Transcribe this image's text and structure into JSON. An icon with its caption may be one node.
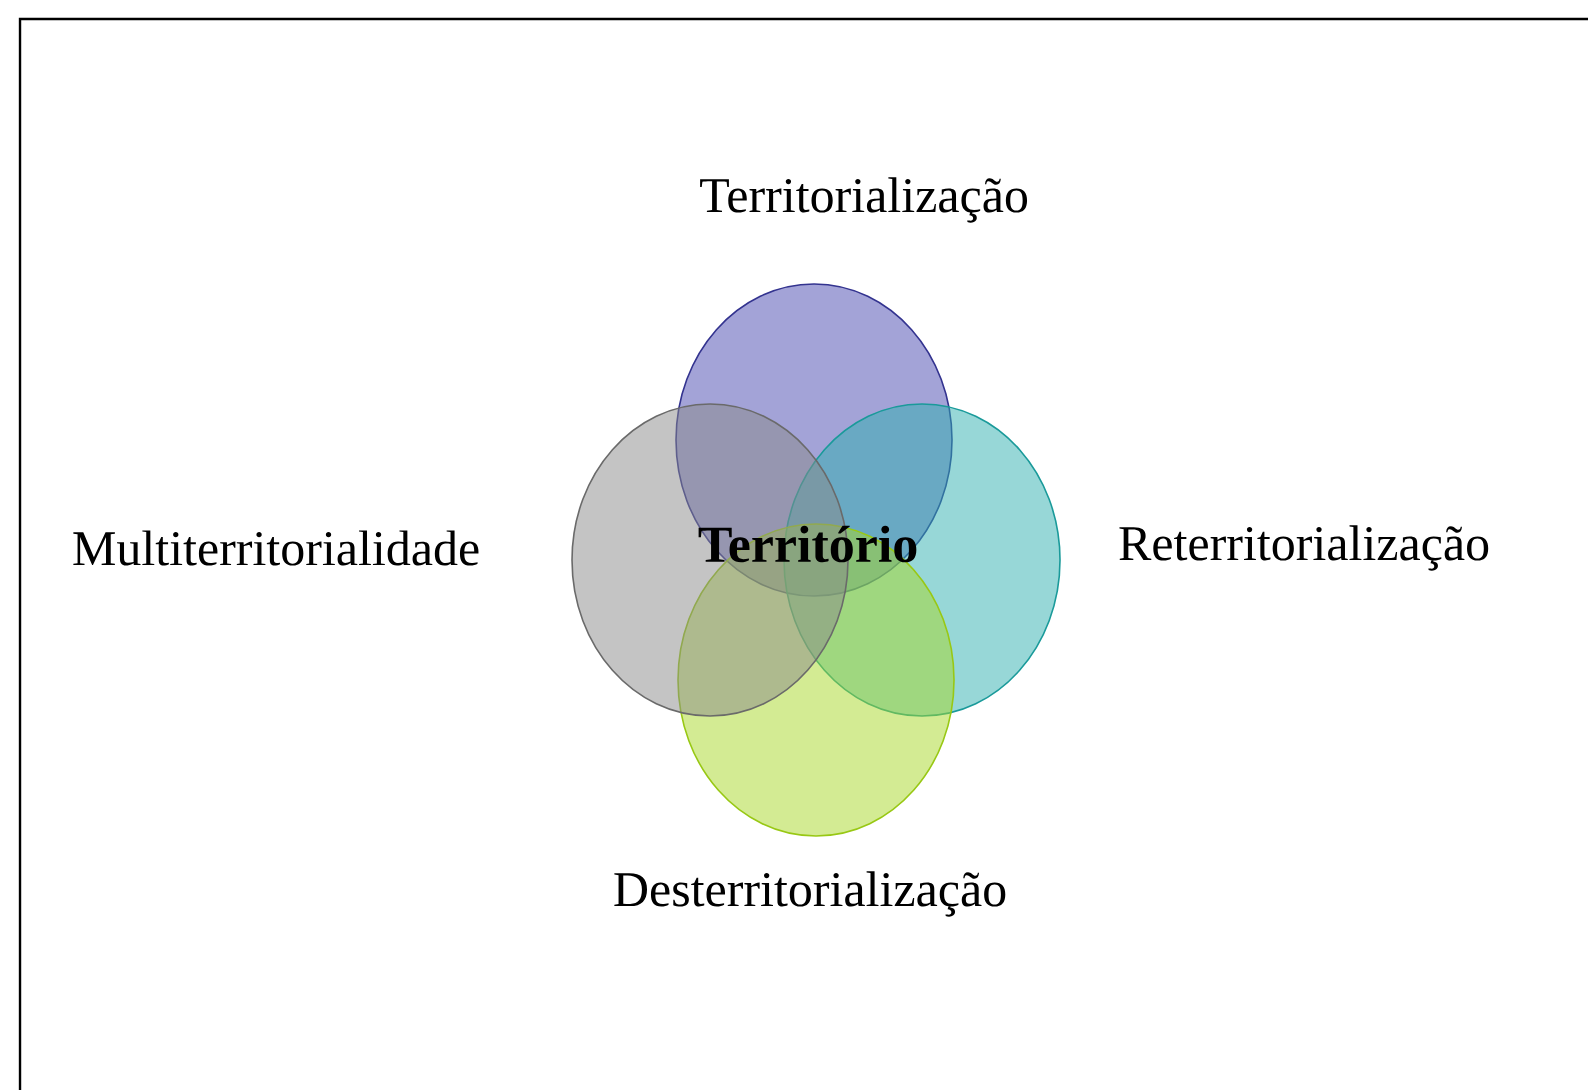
{
  "diagram": {
    "nodes": [
      {
        "text": [],
        "shape": "circle",
        "beside": [
          "Territorialização"
        ]
      },
      {
        "text": [],
        "shape": "circle",
        "beside": [
          "Reterritorialização"
        ]
      },
      {
        "text": [],
        "shape": "circle",
        "beside": [
          "Desterritorialização"
        ]
      },
      {
        "text": [],
        "shape": "circle",
        "beside": [
          "Multiterritorialidade"
        ]
      }
    ],
    "labels": [
      "Território"
    ]
  }
}
